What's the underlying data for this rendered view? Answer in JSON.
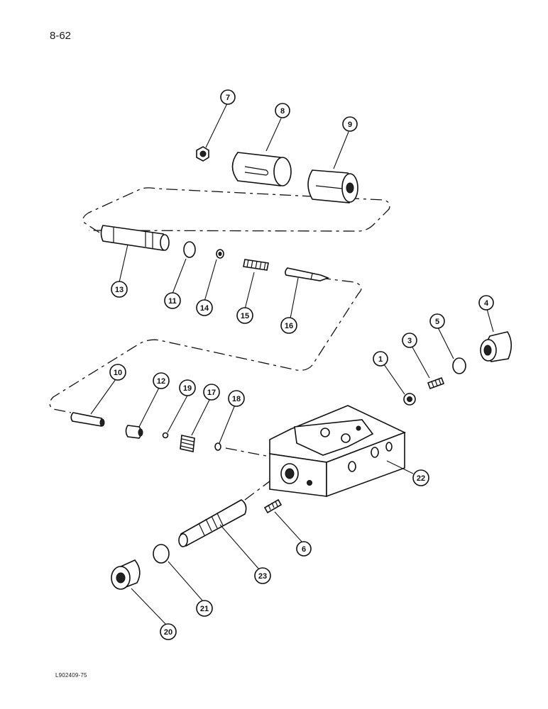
{
  "page": {
    "page_number": "8-62",
    "figure_id": "L902409-75"
  },
  "callouts": [
    {
      "id": "c1",
      "label": "1"
    },
    {
      "id": "c3",
      "label": "3"
    },
    {
      "id": "c4",
      "label": "4"
    },
    {
      "id": "c5",
      "label": "5"
    },
    {
      "id": "c6",
      "label": "6"
    },
    {
      "id": "c7",
      "label": "7"
    },
    {
      "id": "c8",
      "label": "8"
    },
    {
      "id": "c9",
      "label": "9"
    },
    {
      "id": "c10",
      "label": "10"
    },
    {
      "id": "c11",
      "label": "11"
    },
    {
      "id": "c12",
      "label": "12"
    },
    {
      "id": "c13",
      "label": "13"
    },
    {
      "id": "c14",
      "label": "14"
    },
    {
      "id": "c15",
      "label": "15"
    },
    {
      "id": "c16",
      "label": "16"
    },
    {
      "id": "c17",
      "label": "17"
    },
    {
      "id": "c18",
      "label": "18"
    },
    {
      "id": "c19",
      "label": "19"
    },
    {
      "id": "c20",
      "label": "20"
    },
    {
      "id": "c21",
      "label": "21"
    },
    {
      "id": "c22",
      "label": "22"
    },
    {
      "id": "c23",
      "label": "23"
    }
  ]
}
